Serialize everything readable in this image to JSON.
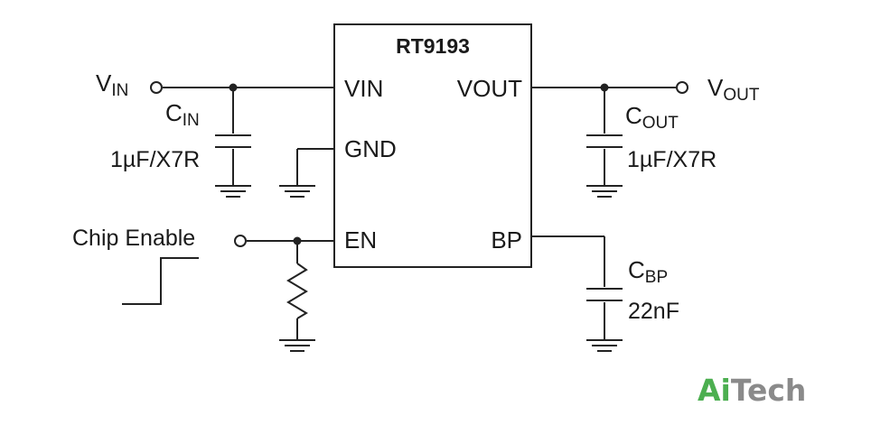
{
  "ic": {
    "name": "RT9193",
    "pins": {
      "vin": "VIN",
      "gnd": "GND",
      "en": "EN",
      "vout": "VOUT",
      "bp": "BP"
    }
  },
  "terminals": {
    "vin": {
      "main": "V",
      "sub": "IN"
    },
    "vout": {
      "main": "V",
      "sub": "OUT"
    },
    "chip_enable": "Chip Enable"
  },
  "components": {
    "cin": {
      "main": "C",
      "sub": "IN",
      "value": "1µF/X7R"
    },
    "cout": {
      "main": "C",
      "sub": "OUT",
      "value": "1µF/X7R"
    },
    "cbp": {
      "main": "C",
      "sub": "BP",
      "value": "22nF"
    }
  },
  "watermark": {
    "part1": "Ai",
    "part2": "Tech",
    "color1": "#4caf50",
    "color2": "#8a8a8a"
  }
}
